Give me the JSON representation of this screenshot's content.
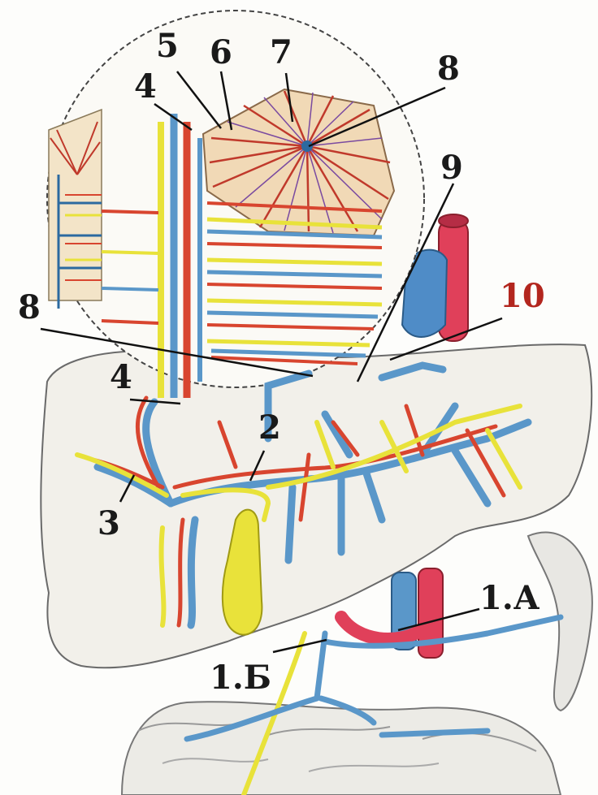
{
  "labels": {
    "l5": "5",
    "l6": "6",
    "l7": "7",
    "l8_top": "8",
    "l4_top": "4",
    "l9": "9",
    "l10": "10",
    "l8_left": "8",
    "l4_mid": "4",
    "l2": "2",
    "l3": "3",
    "l1a": "1.А",
    "l1b": "1.Б"
  },
  "colors": {
    "portal_vein": "#5a97c9",
    "hepatic_artery": "#d8452f",
    "bile_duct": "#e8e23a",
    "aorta": "#e0405a",
    "liver_fill": "#f1efe8",
    "outline": "#555555"
  }
}
